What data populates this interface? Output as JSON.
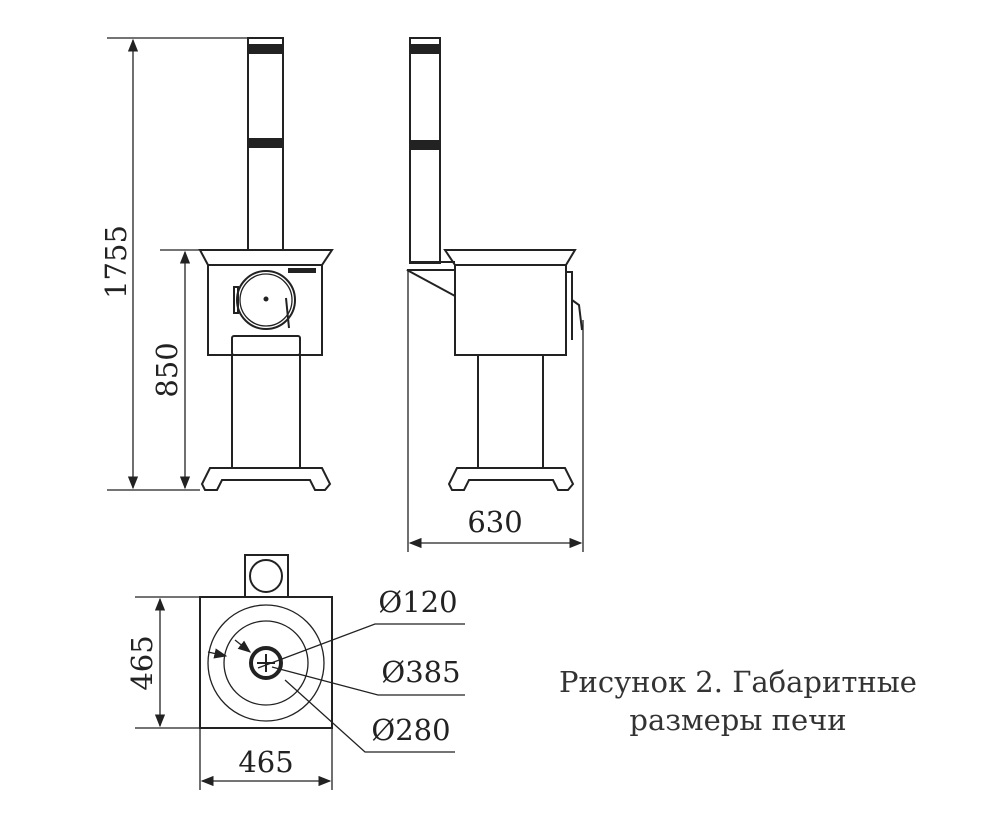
{
  "dimensions": {
    "total_height": "1755",
    "body_height": "850",
    "depth": "630",
    "top_depth": "465",
    "top_width": "465",
    "diameter_flue": "Ø120",
    "diameter_outer_ring": "Ø385",
    "diameter_inner_ring": "Ø280"
  },
  "caption": {
    "line1": "Рисунок 2. Габаритные",
    "line2": "размеры печи"
  },
  "colors": {
    "line": "#222222",
    "background": "#ffffff"
  }
}
